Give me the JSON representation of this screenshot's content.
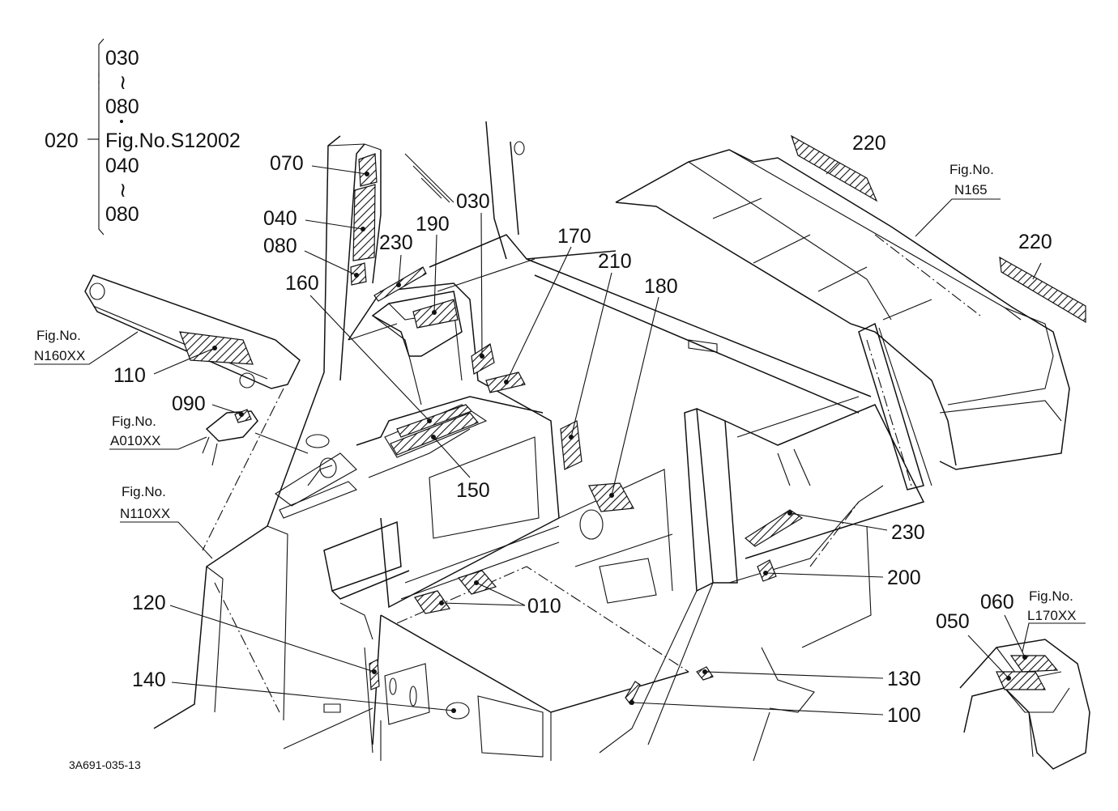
{
  "callouts": {
    "c020": "020",
    "c030_top": "030",
    "c080_a": "080",
    "fig_s12002": "Fig.No.S12002",
    "c040_top": "040",
    "c080_b": "080",
    "tilde": "≀",
    "c070": "070",
    "c040": "040",
    "c080": "080",
    "c230_a": "230",
    "c190": "190",
    "c030": "030",
    "c170": "170",
    "c210": "210",
    "c180": "180",
    "c160": "160",
    "c220_a": "220",
    "c220_b": "220",
    "c110": "110",
    "c090": "090",
    "c150": "150",
    "c230_b": "230",
    "c200": "200",
    "c010": "010",
    "c120": "120",
    "c140": "140",
    "c130": "130",
    "c100": "100",
    "c060": "060",
    "c050": "050"
  },
  "figrefs": {
    "n165_a": "Fig.No.",
    "n165_b": "N165",
    "n160_a": "Fig.No.",
    "n160_b": "N160XX",
    "a010_a": "Fig.No.",
    "a010_b": "A010XX",
    "n110_a": "Fig.No.",
    "n110_b": "N110XX",
    "l170_a": "Fig.No.",
    "l170_b": "L170XX"
  },
  "drawing_code": "3A691-035-13"
}
